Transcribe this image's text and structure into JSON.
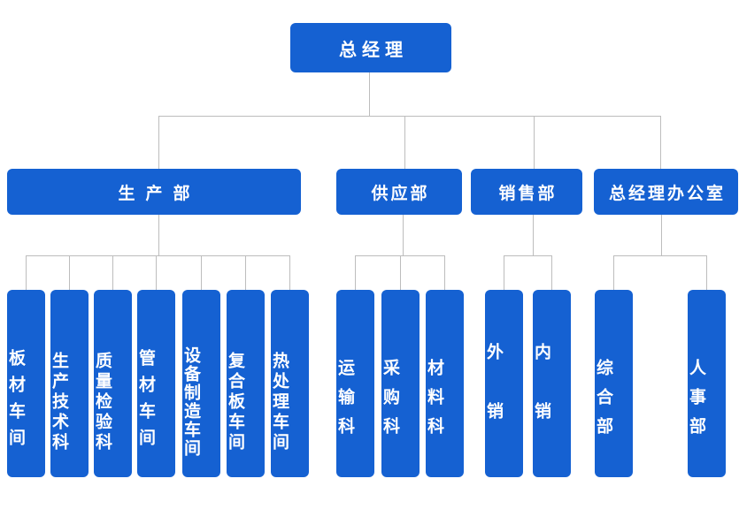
{
  "colors": {
    "node_fill": "#1561d2",
    "node_text": "#ffffff",
    "connector_line": "#bdbdbd",
    "background": "#ffffff"
  },
  "org": {
    "root": {
      "label": "总经理"
    },
    "departments": [
      {
        "label": "生产部",
        "children": [
          {
            "label": "板材车间"
          },
          {
            "label": "生产技术科"
          },
          {
            "label": "质量检验科"
          },
          {
            "label": "管材车间"
          },
          {
            "label": "设备制造车间"
          },
          {
            "label": "复合板车间"
          },
          {
            "label": "热处理车间"
          }
        ]
      },
      {
        "label": "供应部",
        "children": [
          {
            "label": "运输科"
          },
          {
            "label": "采购科"
          },
          {
            "label": "材料科"
          }
        ]
      },
      {
        "label": "销售部",
        "children": [
          {
            "label": "外销"
          },
          {
            "label": "内销"
          }
        ]
      },
      {
        "label": "总经理办公室",
        "children": [
          {
            "label": "综合部"
          },
          {
            "label": "人事部"
          }
        ]
      }
    ]
  }
}
